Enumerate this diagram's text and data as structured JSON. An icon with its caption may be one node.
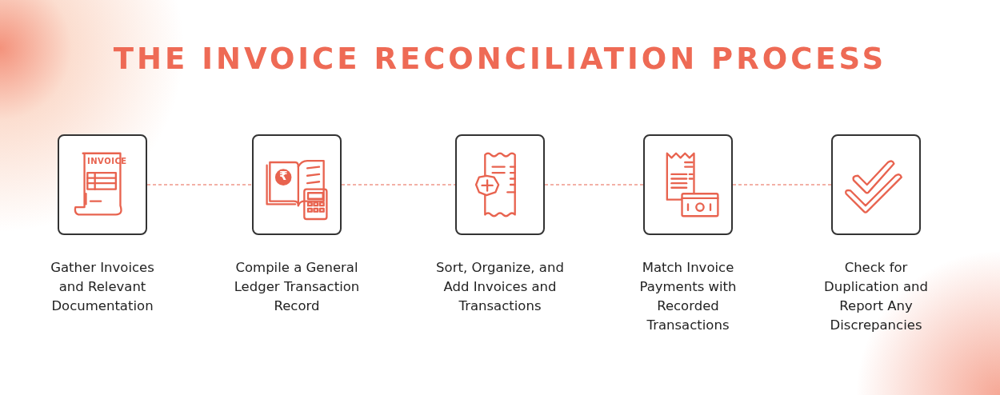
{
  "diagram": {
    "title": "THE INVOICE RECONCILIATION PROCESS",
    "nodes": [
      {
        "text": [],
        "shape": "box",
        "beside": [
          "Gather Invoices and Relevant Documentation"
        ]
      },
      {
        "text": [],
        "shape": "box",
        "beside": [
          "Compile a General Ledger Transaction Record"
        ]
      },
      {
        "text": [],
        "shape": "box",
        "beside": [
          "Sort, Organize, and Add Invoices and Transactions"
        ]
      },
      {
        "text": [],
        "shape": "box",
        "beside": [
          "Match Invoice Payments with Recorded Transactions"
        ]
      },
      {
        "text": [],
        "shape": "box",
        "beside": [
          "Check for Duplication and Report Any Discrepancies"
        ]
      }
    ],
    "edges": [
      {
        "from": 0,
        "to": 1,
        "arrow": "none",
        "style": "dashed"
      },
      {
        "from": 1,
        "to": 2,
        "arrow": "none",
        "style": "dashed"
      },
      {
        "from": 2,
        "to": 3,
        "arrow": "none",
        "style": "dashed"
      },
      {
        "from": 3,
        "to": 4,
        "arrow": "none",
        "style": "dashed"
      }
    ],
    "labels": [
      "INVOICE",
      "₹"
    ]
  }
}
